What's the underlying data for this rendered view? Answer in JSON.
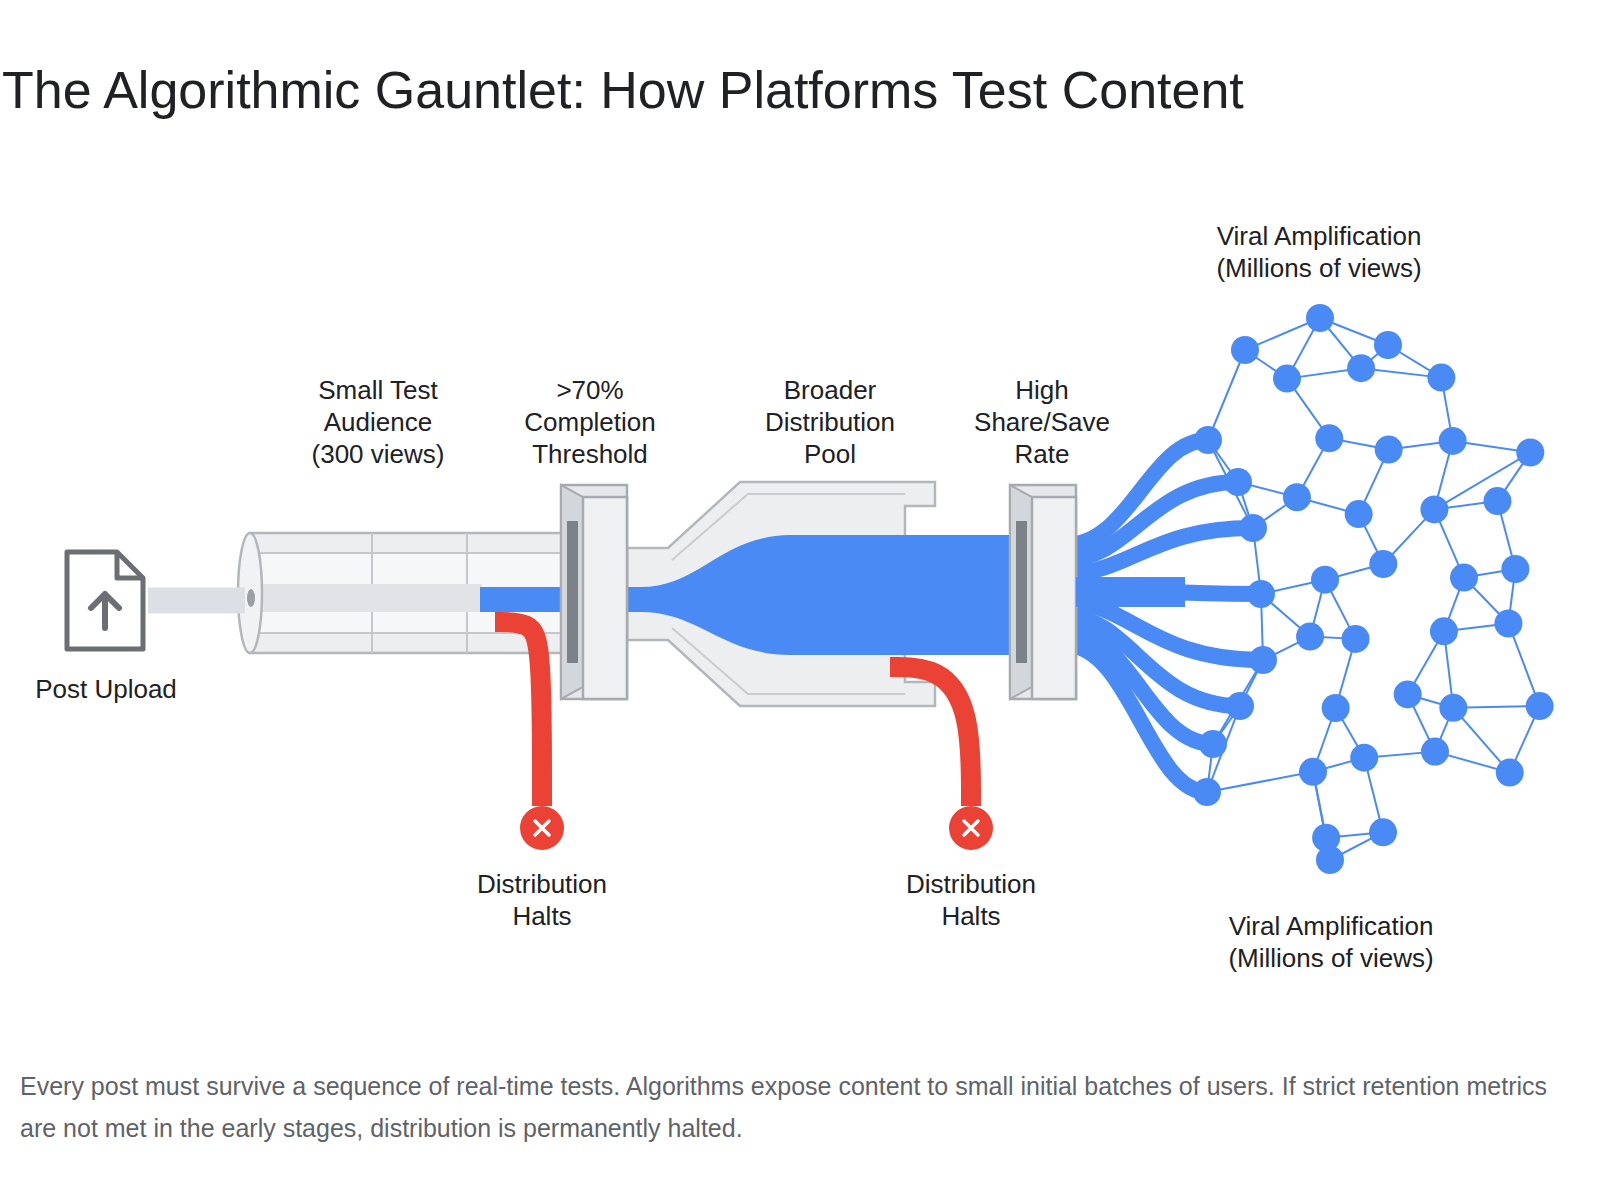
{
  "diagram": {
    "title": "The Algorithmic Gauntlet: How Platforms Test Content",
    "caption": "Every post must survive a sequence of real-time tests. Algorithms expose content to small initial batches of users. If strict retention metrics are not met in the early stages, distribution is permanently halted.",
    "nodes": [
      {
        "text": [
          "Post Upload"
        ]
      },
      {
        "text": [
          "Small Test Audience (300 views)"
        ]
      },
      {
        "text": [
          ">70% Completion Threshold"
        ]
      },
      {
        "text": [
          "Distribution Halts"
        ]
      },
      {
        "text": [
          "Broader Distribution Pool"
        ]
      },
      {
        "text": [
          "High Share/Save Rate"
        ]
      },
      {
        "text": [
          "Distribution Halts"
        ]
      },
      {
        "text": [
          "Viral Amplification (Millions of views)",
          "Viral Amplification (Millions of views)"
        ]
      }
    ],
    "edges": [
      {
        "from": 0,
        "to": 1,
        "arrow": "none"
      },
      {
        "from": 1,
        "to": 3,
        "arrow": "none"
      },
      {
        "from": 4,
        "to": 6,
        "arrow": "none"
      },
      {
        "from": 5,
        "to": 7,
        "arrow": "none"
      }
    ]
  }
}
